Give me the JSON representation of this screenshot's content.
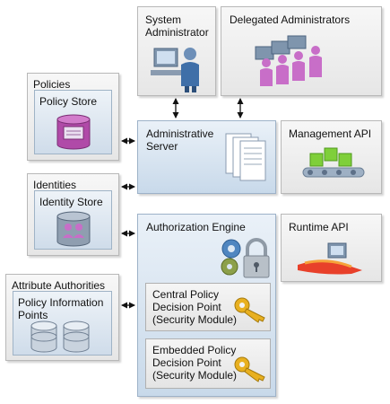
{
  "system_admin": {
    "line1": "System",
    "line2": "Administrator"
  },
  "delegated_admins": {
    "label": "Delegated Administrators"
  },
  "admin_server": {
    "line1": "Administrative",
    "line2": "Server"
  },
  "management_api": {
    "label": "Management API"
  },
  "policies": {
    "title": "Policies",
    "inner": "Policy Store"
  },
  "identities": {
    "title": "Identities",
    "inner": "Identity Store"
  },
  "authorization_engine": {
    "label": "Authorization Engine"
  },
  "runtime_api": {
    "label": "Runtime API"
  },
  "central_pdp": {
    "line1": "Central Policy",
    "line2": "Decision Point",
    "line3": "(Security Module)"
  },
  "embedded_pdp": {
    "line1": "Embedded Policy",
    "line2": "Decision Point",
    "line3": "(Security Module)"
  },
  "attribute_authorities": {
    "title": "Attribute Authorities",
    "inner_line1": "Policy Information",
    "inner_line2": "Points"
  },
  "colors": {
    "arrow": "#111111",
    "panel_blue": "#c8d9ea",
    "key": "#e8b020",
    "person": "#c86ec8"
  }
}
